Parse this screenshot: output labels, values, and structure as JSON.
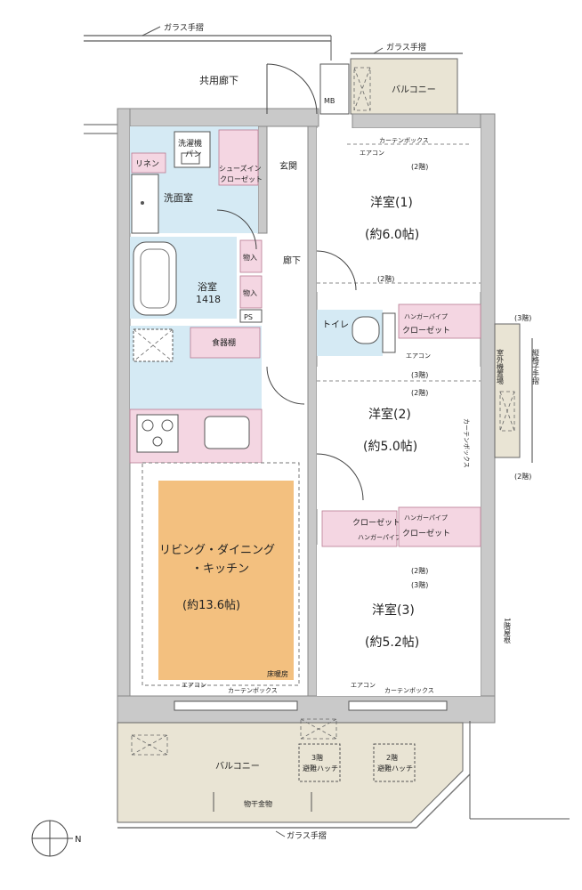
{
  "labels": {
    "glass_rail_top": "ガラス手摺",
    "glass_rail_right_top": "ガラス手摺",
    "glass_rail_bottom": "ガラス手摺",
    "common_corridor": "共用廊下",
    "mb": "MB",
    "balcony_top": "バルコニー",
    "balcony_bottom": "バルコニー",
    "laundry_pan_1": "洗濯機",
    "laundry_pan_2": "パン",
    "linen": "リネン",
    "shoes_in_closet_1": "シューズイン",
    "shoes_in_closet_2": "クローゼット",
    "entrance": "玄関",
    "washroom": "洗面室",
    "bathroom": "浴室",
    "bathroom_size": "1418",
    "storage_1": "物入",
    "storage_2": "物入",
    "corridor": "廊下",
    "ps": "PS",
    "pantry": "食器棚",
    "toilet": "トイレ",
    "hanger_pipe_1": "ハンガーパイプ",
    "closet_1": "クローゼット",
    "aircon_1": "エアコン",
    "curtain_box_1": "カーテンボックス",
    "floor_2_a": "(2階)",
    "floor_2_b": "(2階)",
    "floor_3_a": "(3階)",
    "floor_2_c": "(2階)",
    "aircon_2": "エアコン",
    "floor_3_side": "(3階)",
    "floor_2_side": "(2階)",
    "outdoor_unit": "室外機置場",
    "lattice_rail": "縦格子手摺",
    "curtain_box_2": "カーテンボックス",
    "closet_2": "クローゼット",
    "hanger_pipe_2": "ハンガーパイプ",
    "hanger_pipe_3": "ハンガーパイプ",
    "closet_3": "クローゼット",
    "floor_2_d": "(2階)",
    "floor_3_b": "(3階)",
    "first_floor_roof": "1階屋根",
    "floor_heating": "床暖房",
    "aircon_3": "エアコン",
    "curtain_box_3": "カーテンボックス",
    "aircon_4": "エアコン",
    "curtain_box_4": "カーテンボックス",
    "hatch_3f_1": "3階",
    "hatch_3f_2": "避難ハッチ",
    "hatch_2f_1": "2階",
    "hatch_2f_2": "避難ハッチ",
    "drying_hardware": "物干金物",
    "compass_n": "N"
  },
  "rooms": {
    "bedroom1_name": "洋室(1)",
    "bedroom1_size": "(約6.0帖)",
    "bedroom2_name": "洋室(2)",
    "bedroom2_size": "(約5.0帖)",
    "bedroom3_name": "洋室(3)",
    "bedroom3_size": "(約5.2帖)",
    "ldk_name_1": "リビング・ダイニング",
    "ldk_name_2": "・キッチン",
    "ldk_size": "(約13.6帖)"
  },
  "colors": {
    "ldk_fill": "#f3c07f",
    "wet_area_fill": "#d5eaf4",
    "storage_fill": "#f4d6e2",
    "balcony_fill": "#e9e4d4",
    "wall_fill": "#c9c9c9"
  }
}
